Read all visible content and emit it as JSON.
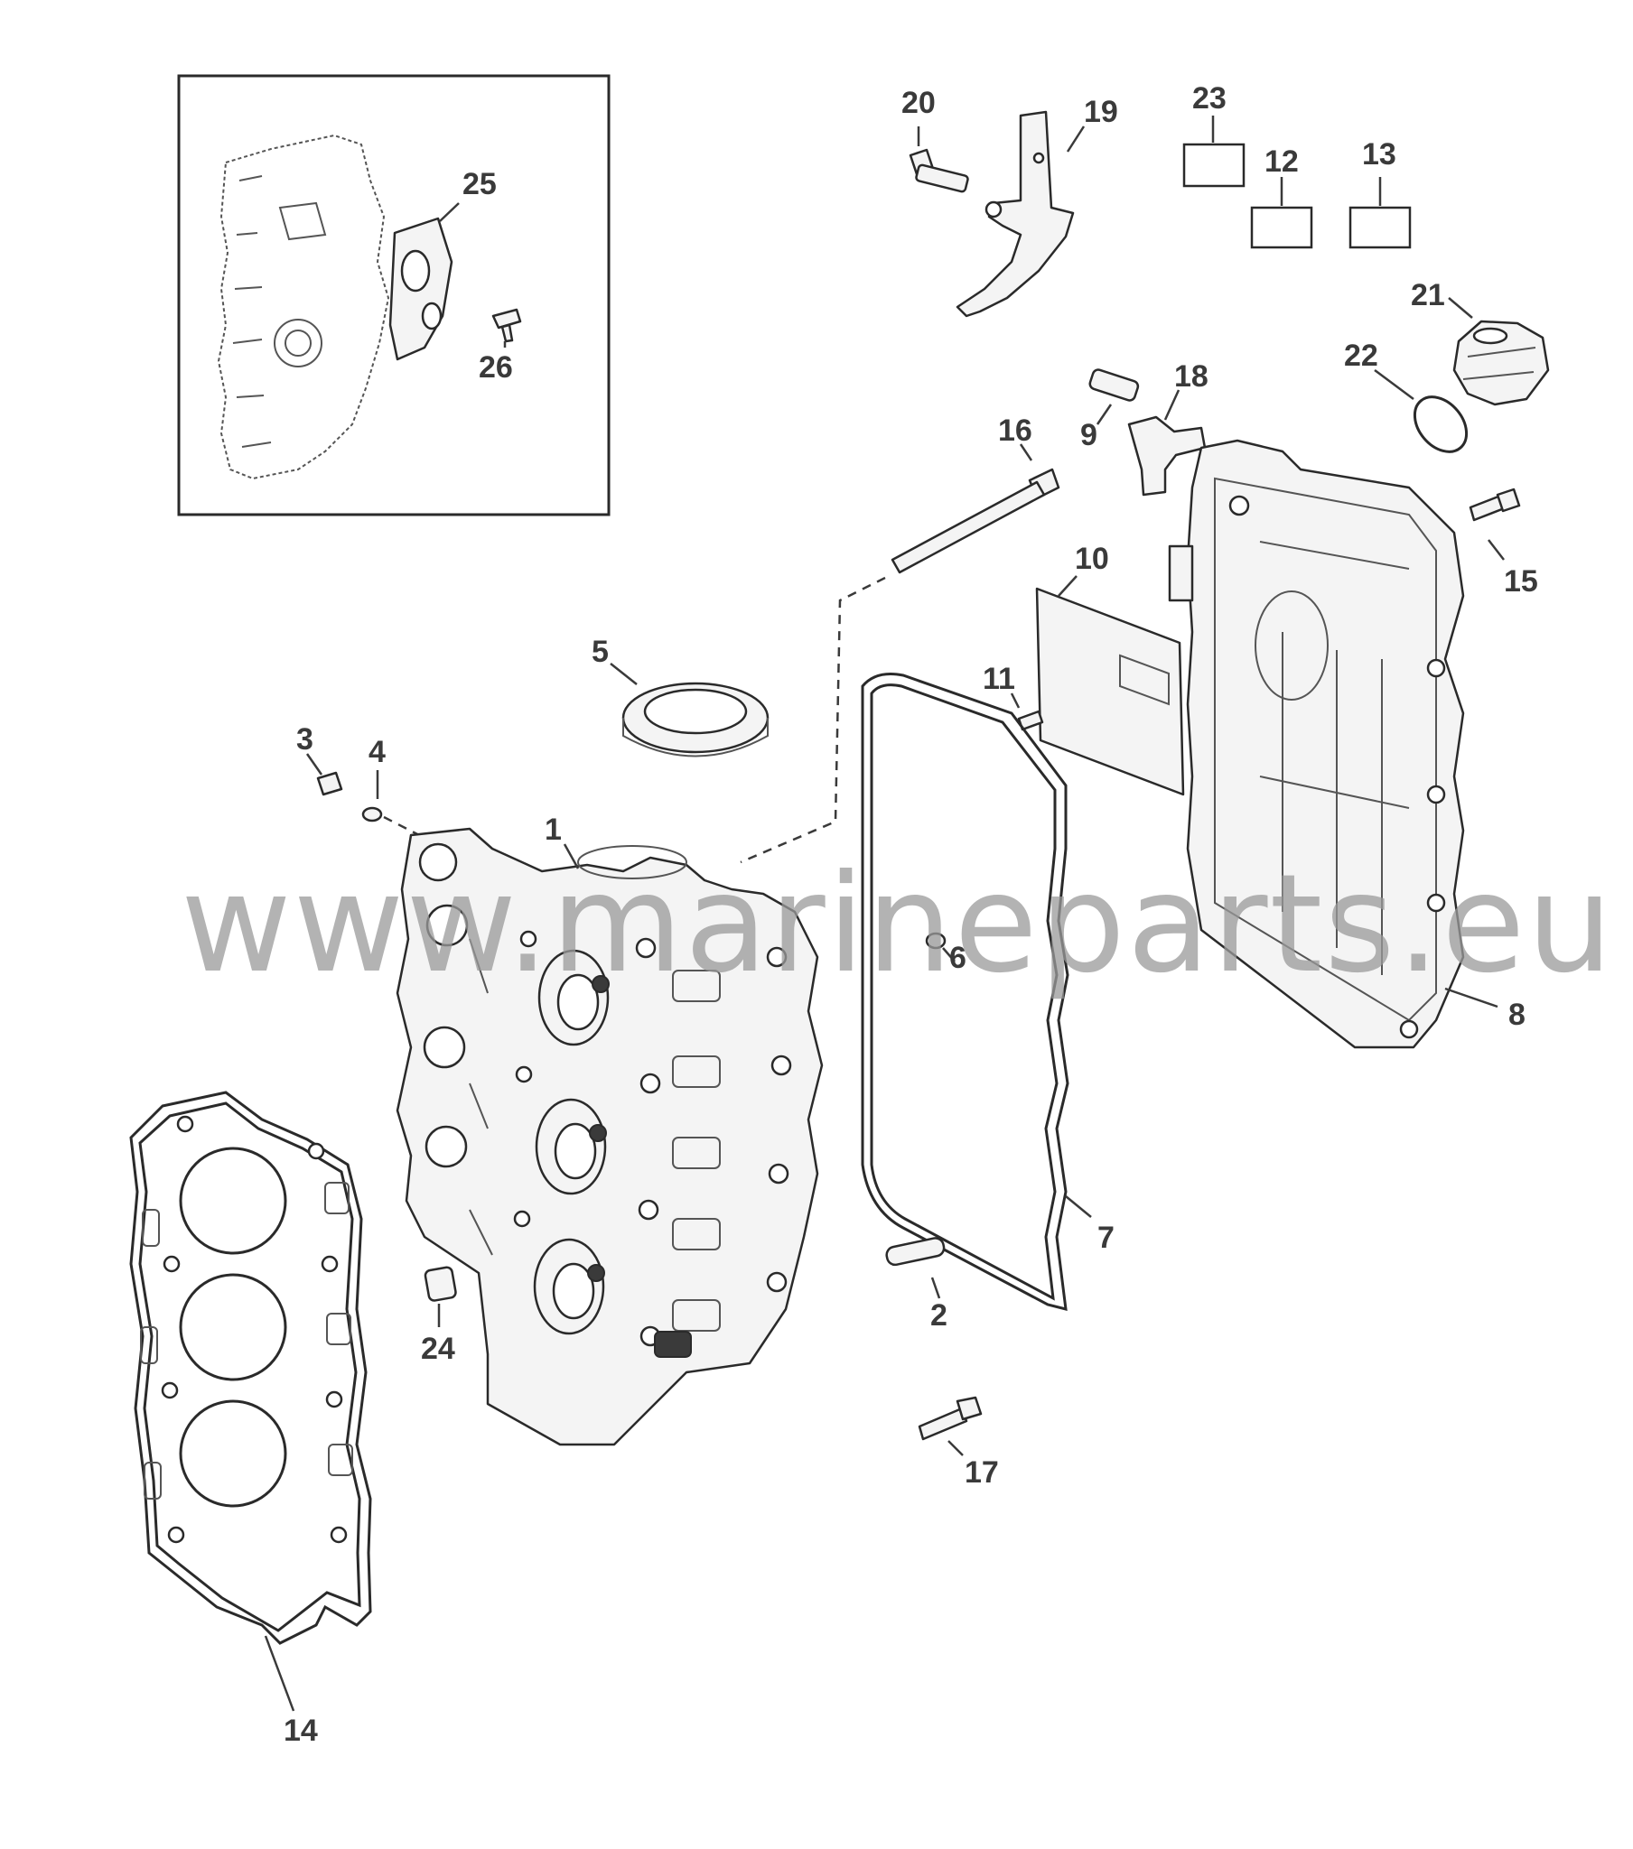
{
  "watermark": "www.marineparts.eu",
  "callouts": {
    "c1": "1",
    "c2": "2",
    "c3": "3",
    "c4": "4",
    "c5": "5",
    "c6": "6",
    "c7": "7",
    "c8": "8",
    "c9": "9",
    "c10": "10",
    "c11": "11",
    "c12": "12",
    "c13": "13",
    "c14": "14",
    "c15": "15",
    "c16": "16",
    "c17": "17",
    "c18": "18",
    "c19": "19",
    "c20": "20",
    "c21": "21",
    "c22": "22",
    "c23": "23",
    "c24": "24",
    "c25": "25",
    "c26": "26"
  }
}
